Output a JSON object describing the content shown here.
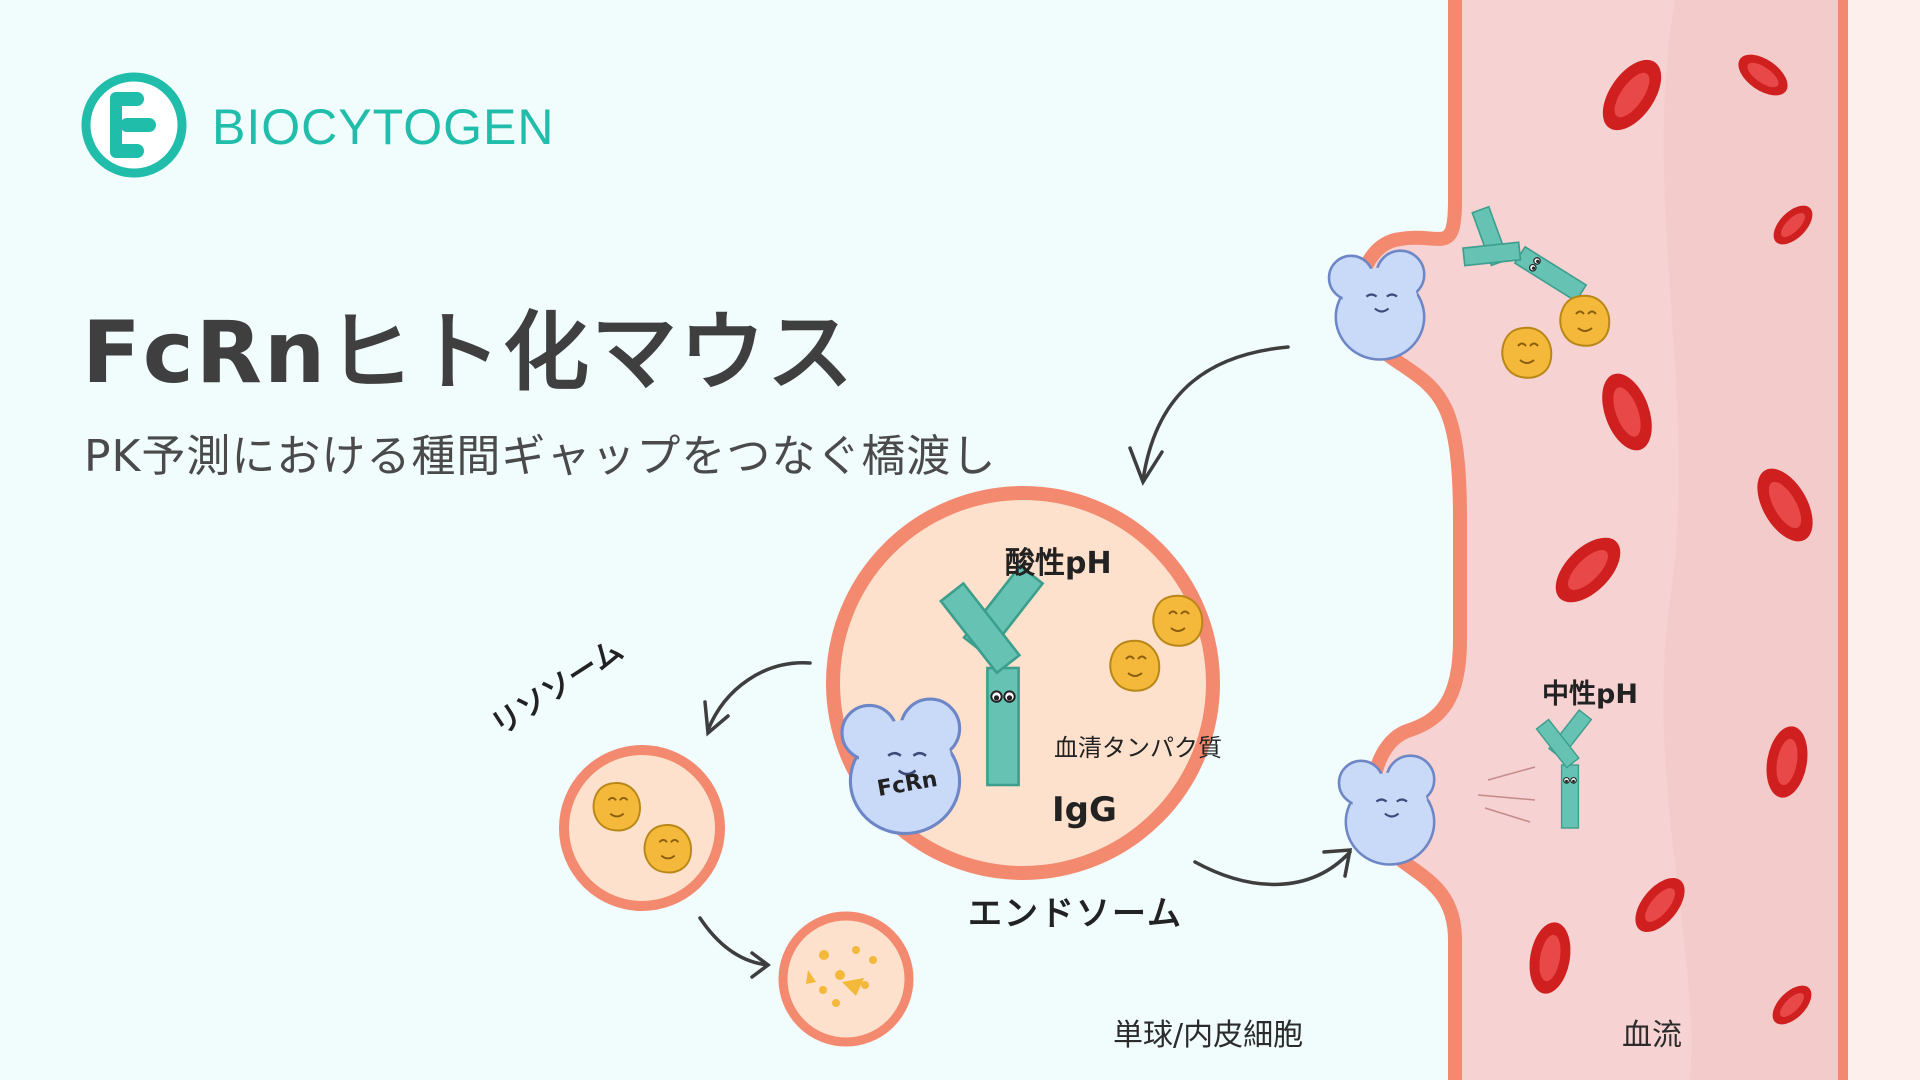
{
  "brand": {
    "name": "BIOCYTOGEN",
    "color": "#1fbdaa",
    "icon": "biocytogen-logo-icon"
  },
  "title": "FcRnヒト化マウス",
  "subtitle": "PK予測における種間ギャップをつなぐ橋渡し",
  "labels": {
    "acidic_ph": "酸性pH",
    "neutral_ph": "中性pH",
    "serum_protein": "血清タンパク質",
    "igg": "IgG",
    "fcrn": "FcRn",
    "endosome": "エンドソーム",
    "lysosome": "リソソーム",
    "cell": "単球/内皮細胞",
    "blood": "血流"
  },
  "colors": {
    "background": "#f1fcfc",
    "vessel": "#f6d2d2",
    "membrane": "#f3896f",
    "endosome_fill": "#fde1cc",
    "antibody": "#66c3b4",
    "protein": "#f4b93a",
    "mouse": "#c9d9f8",
    "rbc": "#cf1f1f"
  }
}
